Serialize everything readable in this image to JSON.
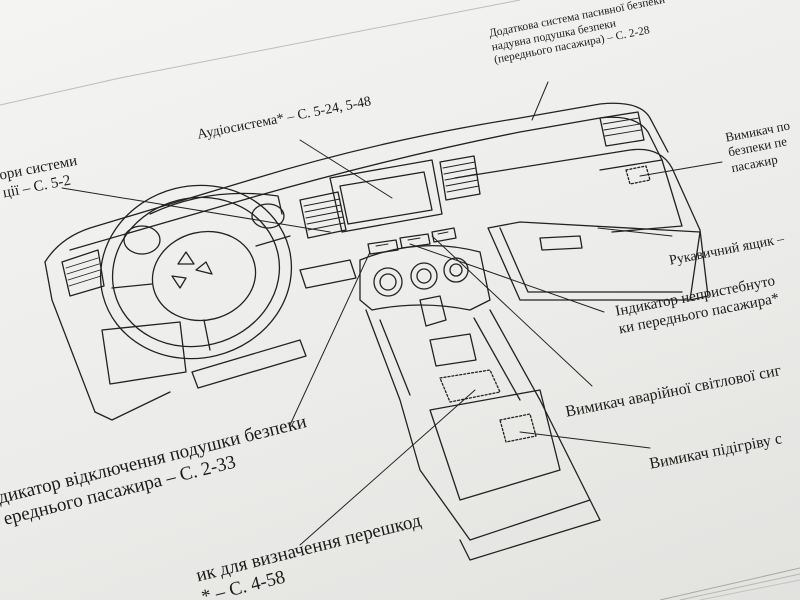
{
  "callouts": {
    "srs_supplemental": {
      "lines": [
        "Додаткова система пасивної безпеки",
        "надувна подушка безпеки",
        "(переднього пасажира) – С. 2-28"
      ]
    },
    "audio": {
      "lines": [
        "Аудіосистема* – С. 5-24, 5-48"
      ]
    },
    "srs_indicators": {
      "lines": [
        "ори системи",
        "ції – С. 5-2"
      ]
    },
    "passenger_airbag_switch": {
      "lines": [
        "Вимикач по",
        "безпеки пе",
        "пасажир"
      ]
    },
    "glove_box": {
      "lines": [
        "Рукавичний ящик –"
      ]
    },
    "seatbelt_indicator": {
      "lines": [
        "Індикатор непристебнуто",
        "ки переднього пасажира*"
      ]
    },
    "hazard_switch": {
      "lines": [
        "Вимикач аварійної світлової сиг"
      ]
    },
    "seat_heater_switch": {
      "lines": [
        "Вимикач підігріву с"
      ]
    },
    "airbag_off_indicator": {
      "lines": [
        "дикатор відключення подушки безпеки",
        "ереднього пасажира – С. 2-33"
      ]
    },
    "obstacle_switch": {
      "lines": [
        "ик для визначення перешкод",
        "* – С. 4-58"
      ]
    }
  }
}
